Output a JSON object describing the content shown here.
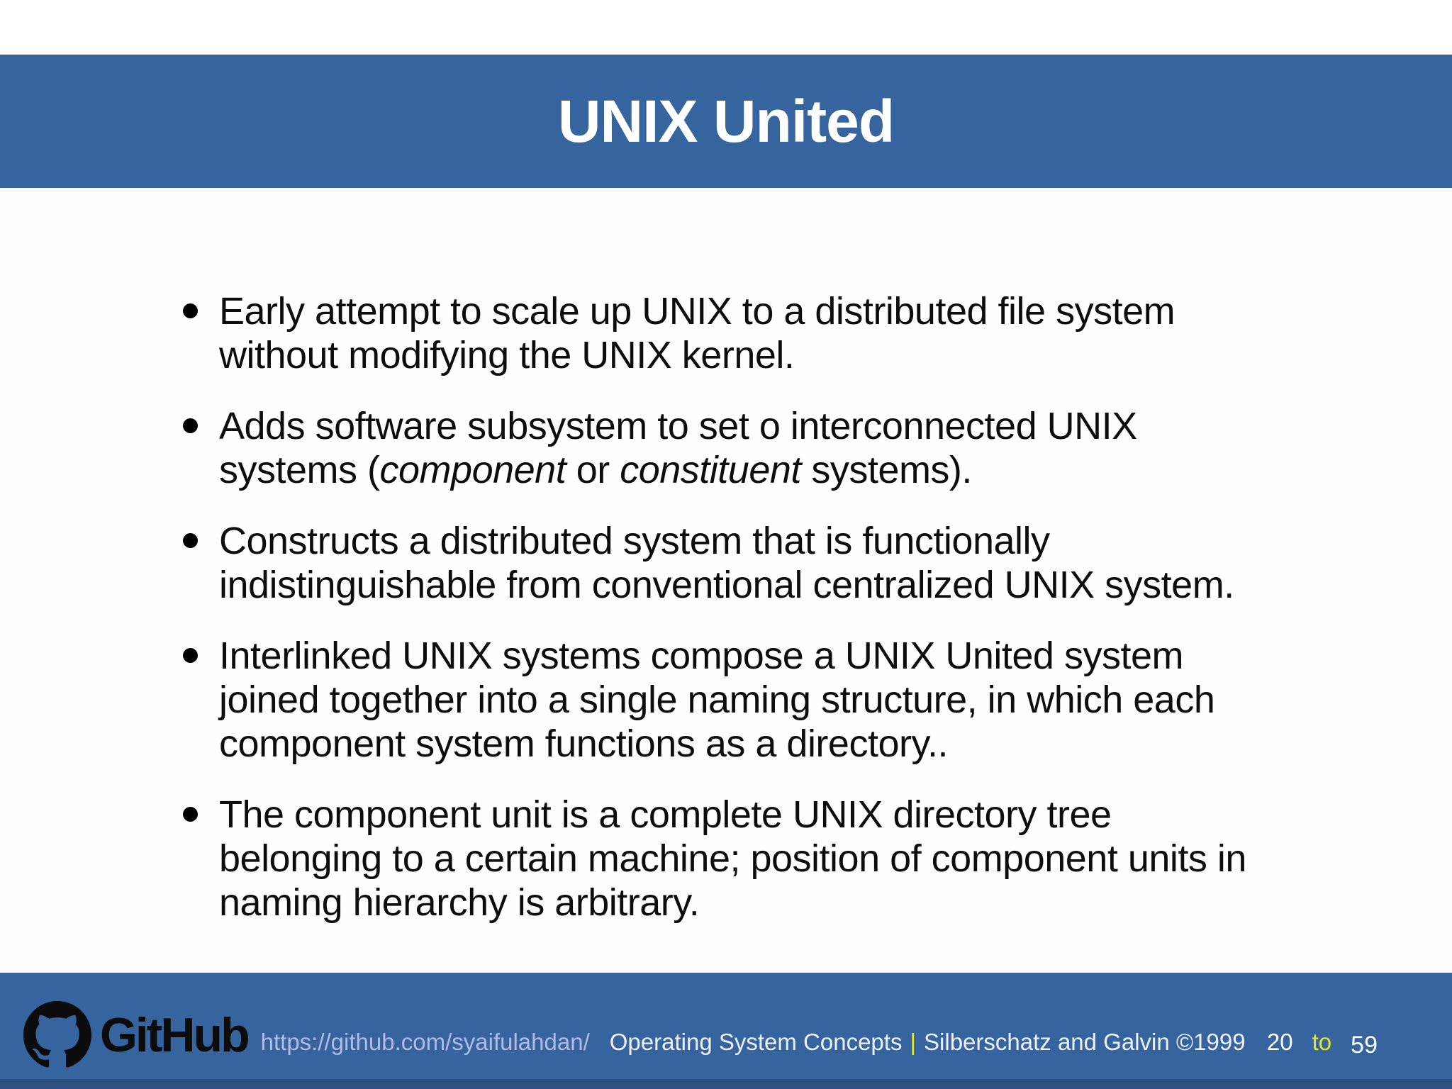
{
  "slide": {
    "title": "UNIX United",
    "bullets": [
      {
        "segments": [
          {
            "t": "Early attempt to scale up UNIX to a distributed file system\nwithout modifying the UNIX kernel."
          }
        ]
      },
      {
        "segments": [
          {
            "t": "Adds software subsystem to set o interconnected UNIX\nsystems ("
          },
          {
            "t": "component",
            "i": true
          },
          {
            "t": " or "
          },
          {
            "t": "constituent",
            "i": true
          },
          {
            "t": " systems)."
          }
        ]
      },
      {
        "segments": [
          {
            "t": "Constructs a distributed system that is functionally\nindistinguishable from conventional centralized UNIX system."
          }
        ]
      },
      {
        "segments": [
          {
            "t": "Interlinked UNIX systems compose a UNIX United system\njoined together into a single naming structure, in which each\ncomponent system functions as a directory.."
          }
        ]
      },
      {
        "segments": [
          {
            "t": "The component unit is a complete UNIX directory tree\nbelonging to a certain machine; position of component units in\nnaming hierarchy is arbitrary."
          }
        ]
      }
    ]
  },
  "footer": {
    "brand": "GitHub",
    "url": "https://github.com/syaifulahdan/",
    "course": "Operating System Concepts",
    "separator": "|",
    "authors": "Silberschatz and Galvin ©1999",
    "page_current": "20",
    "page_connector": "to",
    "page_total": "59"
  },
  "colors": {
    "band_blue": "#35649e",
    "bottom_edge_blue": "#2b5182",
    "accent_yellow": "#e9e71f",
    "link_lavender": "#b5b9e9",
    "title_white": "#ffffff",
    "body_text": "#0d0d0d",
    "logo_black": "#0c0c0c"
  }
}
